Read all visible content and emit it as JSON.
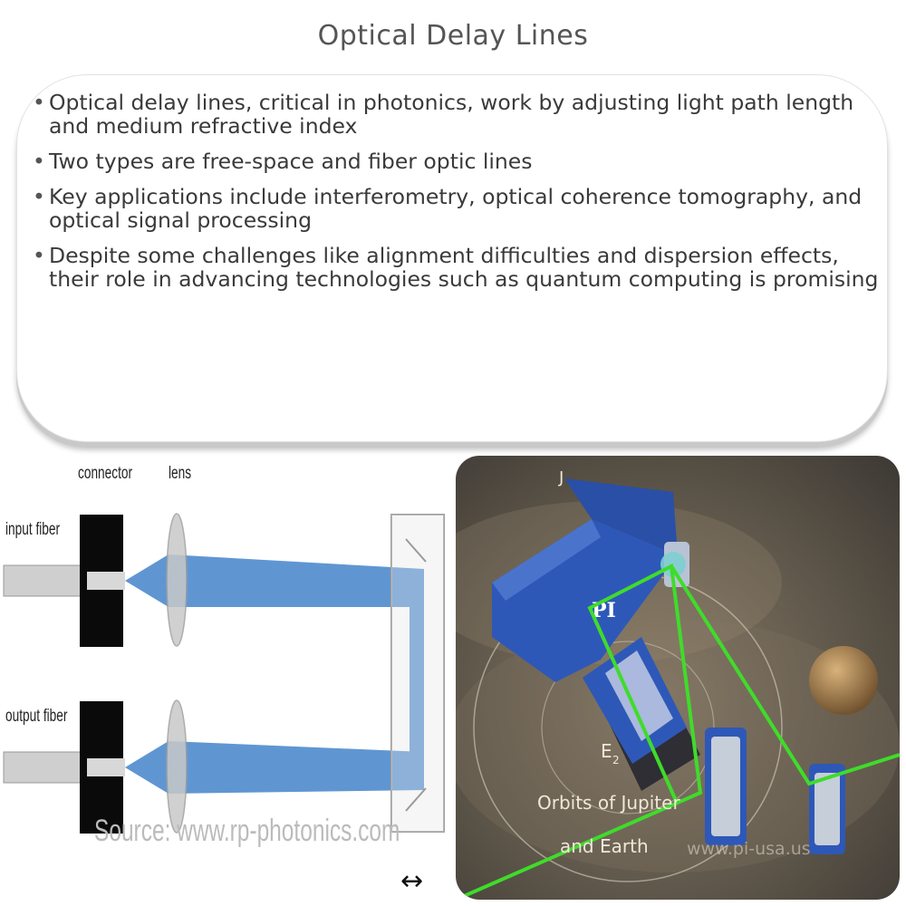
{
  "title": "Optical Delay Lines",
  "bullets": [
    "Optical delay lines, critical in photonics, work by adjusting light path length and medium refractive index",
    "Two types are free-space and fiber optic lines",
    "Key applications include interferometry, optical coherence tomography, and optical signal processing",
    "Despite some challenges like alignment difficulties and dispersion effects, their role in advancing technologies such as quantum computing is promising"
  ],
  "diagram": {
    "label_connector": "connector",
    "label_lens": "lens",
    "label_input": "input fiber",
    "label_output": "output fiber",
    "source": "Source: www.rp-photonics.com",
    "move_arrow": "↔"
  },
  "photo": {
    "logo": "PI",
    "e2": "E",
    "e2_sub": "2",
    "orbits_line1": "Orbits of Jupiter",
    "orbits_line2": "and Earth",
    "watermark": "www.pi-usa.us",
    "j_letter": "J"
  },
  "colors": {
    "beam": "#5f96d2",
    "stage_blue": "#2e58b8",
    "laser_green": "#3fdc2a",
    "card_shadow": "#c9c9c9"
  }
}
